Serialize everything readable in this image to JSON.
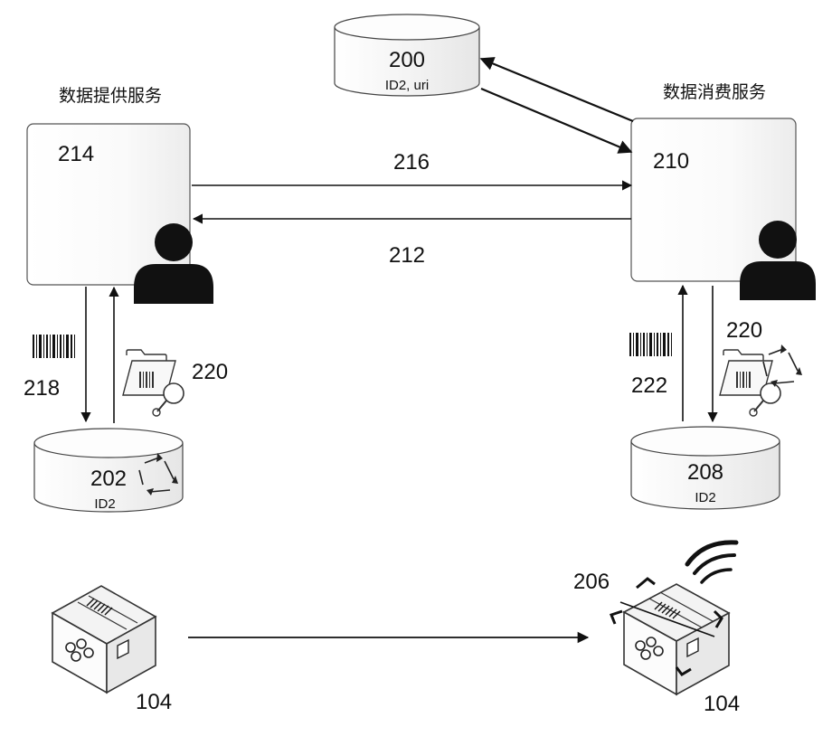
{
  "provider": {
    "title": "数据提供服务",
    "box_id": "214"
  },
  "consumer": {
    "title": "数据消费服务",
    "box_id": "210"
  },
  "registry_db": {
    "id": "200",
    "caption": "ID2, uri"
  },
  "provider_db": {
    "id": "202",
    "caption": "ID2"
  },
  "consumer_db": {
    "id": "208",
    "caption": "ID2"
  },
  "arrows": {
    "provider_to_consumer": "216",
    "consumer_to_provider": "212",
    "provider_write": "218",
    "provider_query": "220",
    "consumer_write": "222",
    "consumer_query": "220"
  },
  "products": {
    "source": "104",
    "scanned": "104",
    "scanner": "206"
  },
  "icons": [
    "user-icon",
    "barcode-icon",
    "folder-search-icon",
    "recycle-icon",
    "package-icon",
    "wifi-icon"
  ]
}
